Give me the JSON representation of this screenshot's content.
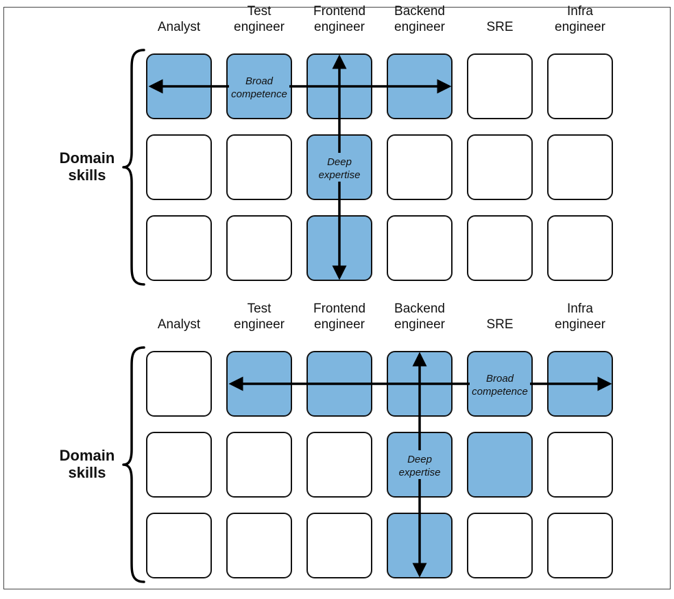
{
  "colors": {
    "filled": "#7eb6df",
    "empty": "#ffffff",
    "stroke": "#111111",
    "frame": "#444444"
  },
  "panels": [
    {
      "columns": [
        [
          "Analyst"
        ],
        [
          "Test",
          "engineer"
        ],
        [
          "Frontend",
          "engineer"
        ],
        [
          "Backend",
          "engineer"
        ],
        [
          "SRE"
        ],
        [
          "Infra",
          "engineer"
        ]
      ],
      "side_label": [
        "Domain",
        "skills"
      ],
      "grid": [
        [
          1,
          1,
          1,
          1,
          0,
          0
        ],
        [
          0,
          0,
          1,
          0,
          0,
          0
        ],
        [
          0,
          0,
          1,
          0,
          0,
          0
        ]
      ],
      "broad": {
        "label": [
          "Broad",
          "competence"
        ],
        "row": 0,
        "from_col": 0,
        "to_col": 3,
        "label_col": 1
      },
      "deep": {
        "label": [
          "Deep",
          "expertise"
        ],
        "col": 2,
        "label_row": 1
      }
    },
    {
      "columns": [
        [
          "Analyst"
        ],
        [
          "Test",
          "engineer"
        ],
        [
          "Frontend",
          "engineer"
        ],
        [
          "Backend",
          "engineer"
        ],
        [
          "SRE"
        ],
        [
          "Infra",
          "engineer"
        ]
      ],
      "side_label": [
        "Domain",
        "skills"
      ],
      "grid": [
        [
          0,
          1,
          1,
          1,
          1,
          1
        ],
        [
          0,
          0,
          0,
          1,
          1,
          0
        ],
        [
          0,
          0,
          0,
          1,
          0,
          0
        ]
      ],
      "broad": {
        "label": [
          "Broad",
          "competence"
        ],
        "row": 0,
        "from_col": 1,
        "to_col": 5,
        "label_col": 4
      },
      "deep": {
        "label": [
          "Deep",
          "expertise"
        ],
        "col": 3,
        "label_row": 1
      }
    }
  ]
}
